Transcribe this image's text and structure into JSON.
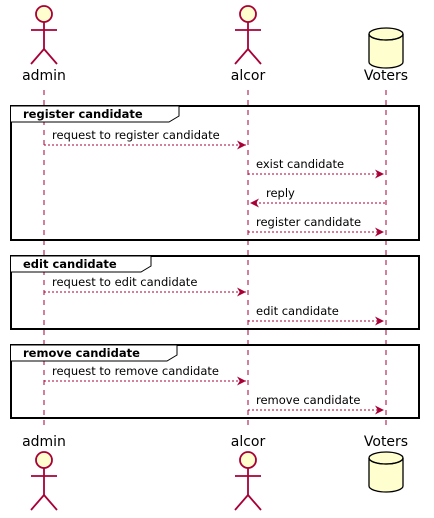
{
  "participants": [
    {
      "id": "admin",
      "label": "admin",
      "kind": "actor"
    },
    {
      "id": "alcor",
      "label": "alcor",
      "kind": "actor"
    },
    {
      "id": "voters",
      "label": "Voters",
      "kind": "database"
    }
  ],
  "fragments": [
    {
      "label": "register candidate",
      "messages": [
        {
          "from": "admin",
          "to": "alcor",
          "label": "request to register candidate"
        },
        {
          "from": "alcor",
          "to": "voters",
          "label": "exist candidate"
        },
        {
          "from": "voters",
          "to": "alcor",
          "label": "reply"
        },
        {
          "from": "alcor",
          "to": "voters",
          "label": "register candidate"
        }
      ]
    },
    {
      "label": "edit candidate",
      "messages": [
        {
          "from": "admin",
          "to": "alcor",
          "label": "request to edit candidate"
        },
        {
          "from": "alcor",
          "to": "voters",
          "label": "edit candidate"
        }
      ]
    },
    {
      "label": "remove candidate",
      "messages": [
        {
          "from": "admin",
          "to": "alcor",
          "label": "request to remove candidate"
        },
        {
          "from": "alcor",
          "to": "voters",
          "label": "remove candidate"
        }
      ]
    }
  ],
  "colors": {
    "actor_fill": "#FEFECE",
    "line": "#A80036",
    "frame": "#000000",
    "text": "#000000"
  }
}
